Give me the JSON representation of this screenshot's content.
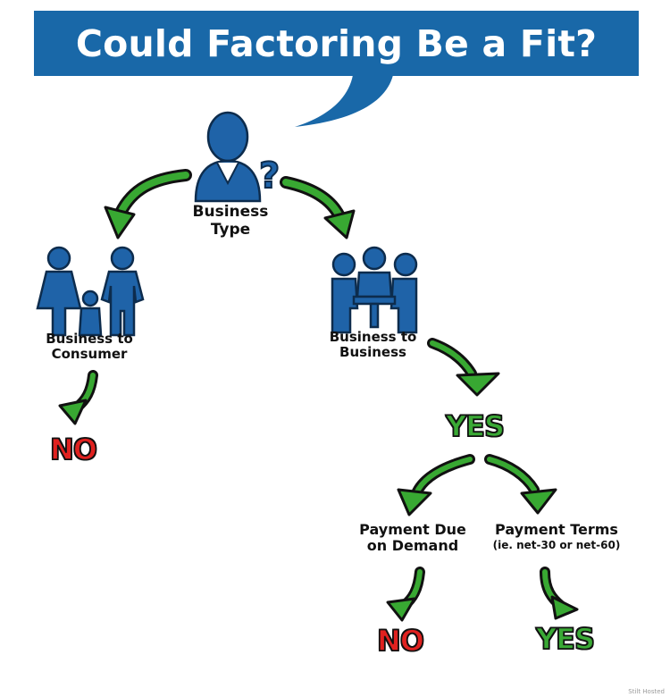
{
  "title": "Could Factoring Be a Fit?",
  "nodes": {
    "root": {
      "line1": "Business",
      "line2": "Type"
    },
    "b2c": {
      "line1": "Business to",
      "line2": "Consumer"
    },
    "b2b": {
      "line1": "Business to",
      "line2": "Business"
    },
    "due_on_demand": {
      "line1": "Payment Due",
      "line2": "on Demand"
    },
    "payment_terms": {
      "line1": "Payment Terms",
      "line2": "(ie. net-30 or net-60)"
    }
  },
  "answers": {
    "b2c": "NO",
    "b2b": "YES",
    "due_on_demand": "NO",
    "payment_terms": "YES"
  },
  "watermark": "Stilt Hosted",
  "colors": {
    "banner": "#1968a8",
    "icon": "#1f63a8",
    "arrow": "#38a832",
    "no": "#e0211f",
    "yes": "#3aa935"
  }
}
